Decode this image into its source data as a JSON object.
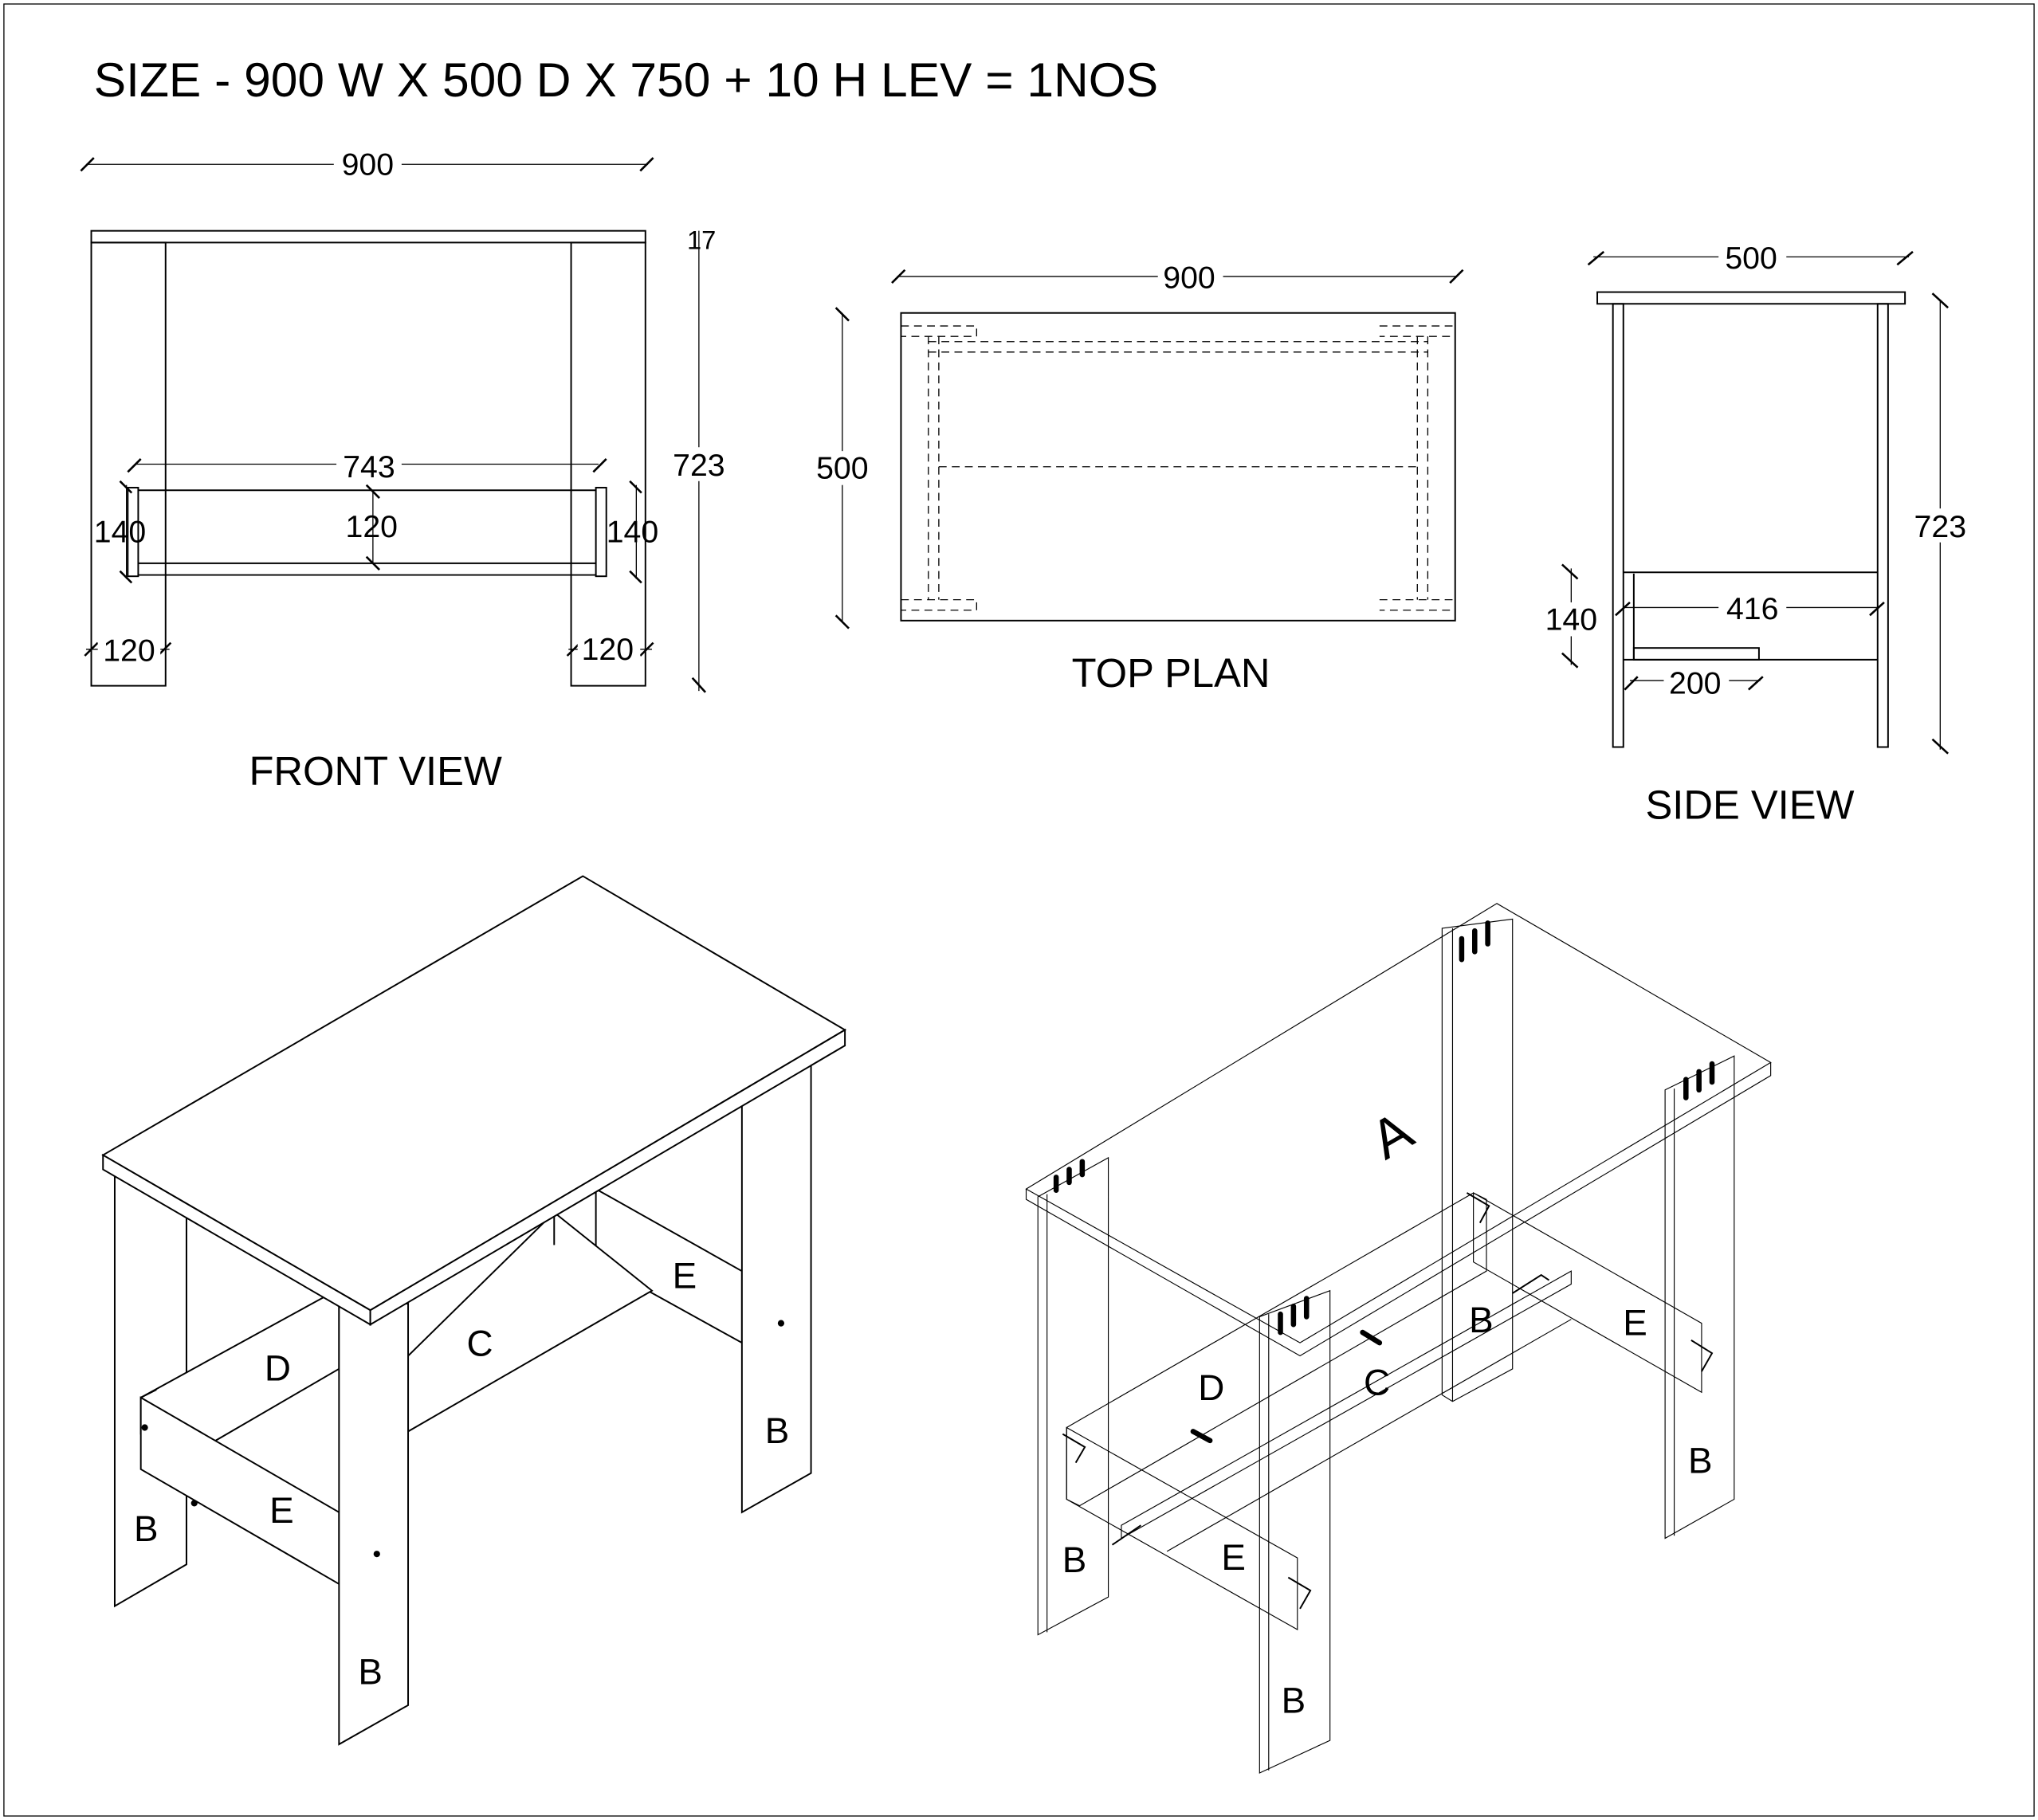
{
  "title": "SIZE - 900 W X 500 D X 750 + 10 H LEV = 1NOS",
  "front_view": {
    "label": "FRONT VIEW",
    "dims": {
      "width": "900",
      "height": "723",
      "top": "17",
      "rail_length": "743",
      "rail_height_left": "140",
      "rail_height_right": "140",
      "rail_mid": "120",
      "leg_left": "120",
      "leg_right": "120"
    }
  },
  "top_plan": {
    "label": "TOP PLAN",
    "dims": {
      "width": "900",
      "depth": "500"
    }
  },
  "side_view": {
    "label": "SIDE VIEW",
    "dims": {
      "depth": "500",
      "height": "723",
      "rail_height": "140",
      "rail_length": "416",
      "shelf_depth": "200"
    }
  },
  "iso_assembled": {
    "parts": {
      "c": "C",
      "d": "D",
      "e_back": "E",
      "e_front": "E",
      "b_back_right": "B",
      "b_front_left": "B",
      "b_front_right": "B"
    }
  },
  "iso_exploded": {
    "parts": {
      "a": "A",
      "b_mid": "B",
      "e_right": "E",
      "d": "D",
      "c": "C",
      "b_right": "B",
      "b_left": "B",
      "e_front": "E",
      "b_front": "B"
    }
  }
}
